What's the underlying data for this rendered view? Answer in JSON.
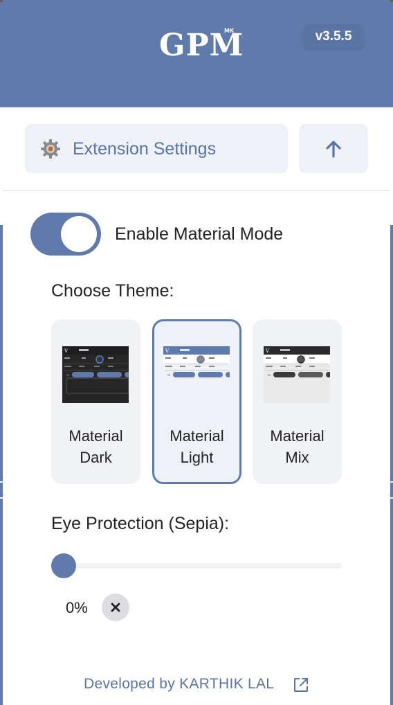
{
  "header": {
    "logo_text": "GPM",
    "logo_mini": "MK",
    "version": "v3.5.5",
    "background": "#5f7aab"
  },
  "toolbar": {
    "settings_label": "Extension Settings",
    "settings_icon": "gear-icon",
    "up_icon": "arrow-up-icon"
  },
  "material_mode": {
    "label": "Enable Material Mode",
    "enabled": true
  },
  "themes": {
    "heading": "Choose Theme:",
    "selected": "Material Light",
    "items": [
      {
        "label": "Material\nDark",
        "style": "dark"
      },
      {
        "label": "Material\nLight",
        "style": "light"
      },
      {
        "label": "Material\nMix",
        "style": "mix"
      }
    ]
  },
  "sepia": {
    "heading": "Eye Protection (Sepia):",
    "value_label": "0%",
    "value": 0
  },
  "footer": {
    "text": "Developed by KARTHIK LAL",
    "icon": "external-link-icon"
  },
  "colors": {
    "accent": "#5f7aab",
    "button_bg": "#eef1f6",
    "card_bg": "#f1f2f6",
    "text": "#222222"
  }
}
